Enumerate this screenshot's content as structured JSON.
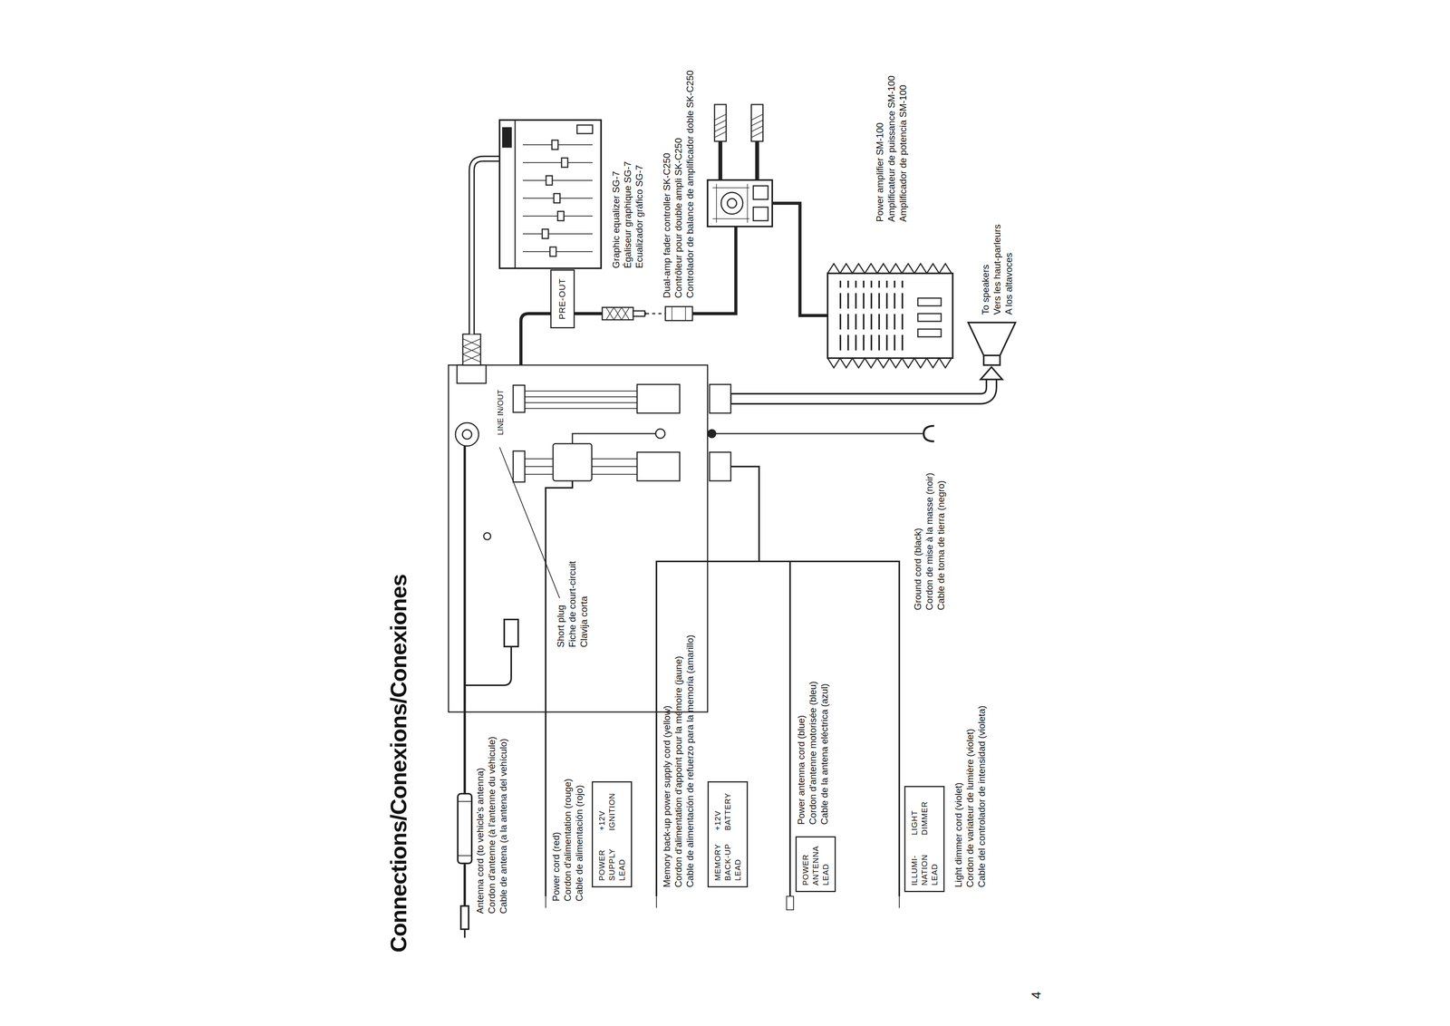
{
  "diagram": {
    "title": "Connections/Conexions/Conexiones",
    "nodes": [
      {
        "text": [
          "PRE-OUT"
        ]
      },
      {
        "text": [
          "Graphic equalizer SG-7",
          "Égaliseur graphique SG-7",
          "Ecualizador gráfico SG-7"
        ]
      },
      {
        "text": [
          "Dual-amp fader controller SK-C250",
          "Contrôleur pour double ampli SK-C250",
          "Controlador de balance de amplificador doble SK-C250"
        ]
      },
      {
        "text": [
          "Power amplifier SM-100",
          "Amplificateur de puissance SM-100",
          "Amplificador de potencia SM-100"
        ]
      },
      {
        "text": [
          "To speakers",
          "Vers les haut-parleurs",
          "A los altavoces"
        ]
      },
      {
        "text": [
          "POWER SUPPLY LEAD",
          "+12V IGNITION"
        ]
      },
      {
        "text": [
          "MEMORY BACK-UP LEAD",
          "+12V BATTERY"
        ]
      },
      {
        "text": [
          "POWER ANTENNA LEAD"
        ]
      },
      {
        "text": [
          "ILLUMI- NATION LEAD",
          "LIGHT DIMMER"
        ]
      }
    ],
    "edges": [
      {
        "from": 0,
        "to": 2,
        "arrow": "none"
      },
      {
        "from": 2,
        "to": 3,
        "arrow": "none"
      }
    ],
    "labels": [
      "LINE IN/OUT",
      "Antenna cord (to vehicle's antenna)",
      "Cordon d'antenne (à l'antenne du véhicule)",
      "Cable de antena (a la antena del vehículo)",
      "Short plug",
      "Fiche de court-circuit",
      "Clavija corta",
      "Power cord (red)",
      "Cordon d'alimentation (rouge)",
      "Cable de alimentación (rojo)",
      "Memory back-up power supply cord (yellow)",
      "Cordon d'alimentation d'appoint pour la mémoire (jaune)",
      "Cable de alimentación de refuerzo para la memoria (amarillo)",
      "Power antenna cord (blue)",
      "Cordon d'antenne motorisée (bleu)",
      "Cable de la antena eléctrica (azul)",
      "Ground cord (black)",
      "Cordon de mise à la masse (noir)",
      "Cable de toma de tierra (negro)",
      "Light dimmer cord (violet)",
      "Cordon de variateur de lumière (violet)",
      "Cable del controlador de intensidad (violeta)",
      "4"
    ]
  }
}
